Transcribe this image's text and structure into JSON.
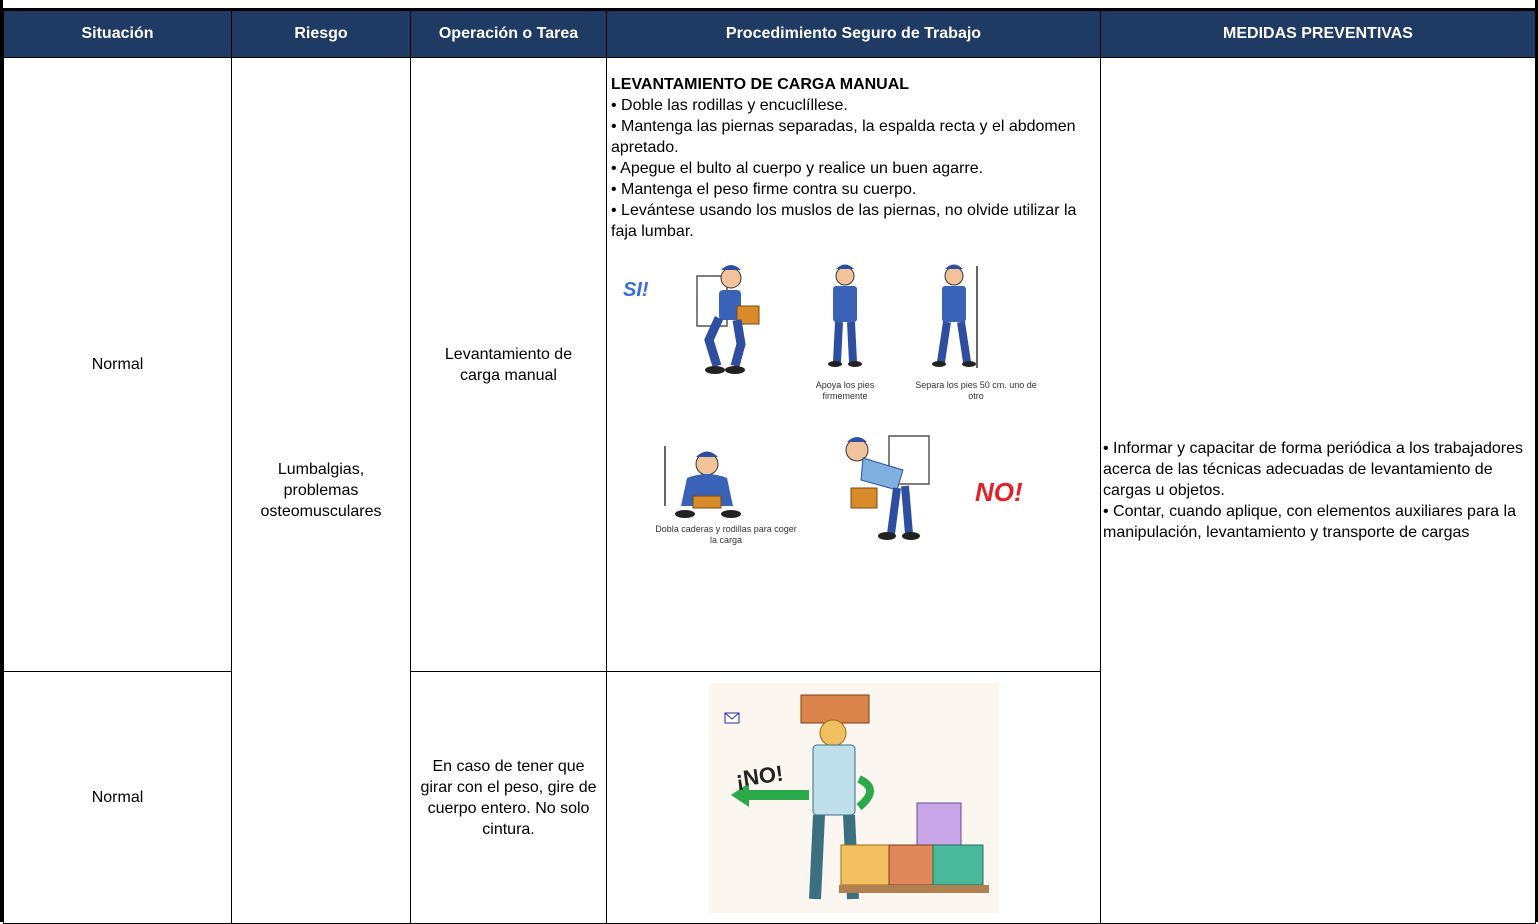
{
  "headers": {
    "situacion": "Situación",
    "riesgo": "Riesgo",
    "operacion": "Operación o Tarea",
    "procedimiento": "Procedimiento Seguro de Trabajo",
    "medidas": "MEDIDAS PREVENTIVAS"
  },
  "rows": [
    {
      "situacion": "Normal",
      "operacion": "Levantamiento de carga manual",
      "procedimiento_title": "LEVANTAMIENTO DE CARGA MANUAL",
      "procedimiento_items": [
        "• Doble las rodillas y encuclíllese.",
        "• Mantenga las piernas separadas, la espalda recta y el abdomen apretado.",
        "• Apegue el bulto al cuerpo y realice un buen agarre.",
        "• Mantenga el peso firme contra su cuerpo.",
        "• Levántese usando los muslos de las piernas, no olvide utilizar la faja lumbar."
      ],
      "illustration": {
        "si_label": "SI!",
        "no_label": "NO!",
        "caption_1": "Apoya los pies firmemente",
        "caption_2": "Separa los pies 50 cm. uno de otro",
        "caption_3": "Dobla caderas y rodillas para coger la carga"
      }
    },
    {
      "situacion": "Normal",
      "operacion": "En caso de tener que girar con el peso, gire de cuerpo entero. No solo cintura.",
      "illustration": {
        "no_label": "¡NO!"
      }
    }
  ],
  "riesgo": "Lumbalgias, problemas osteomusculares",
  "medidas": [
    "• Informar y capacitar de forma periódica a los trabajadores acerca de las técnicas adecuadas de levantamiento de cargas u objetos.",
    "•  Contar, cuando aplique, con elementos auxiliares para la manipulación, levantamiento y transporte de cargas"
  ],
  "colors": {
    "header_bg": "#1f3b63",
    "header_text": "#ffffff"
  }
}
